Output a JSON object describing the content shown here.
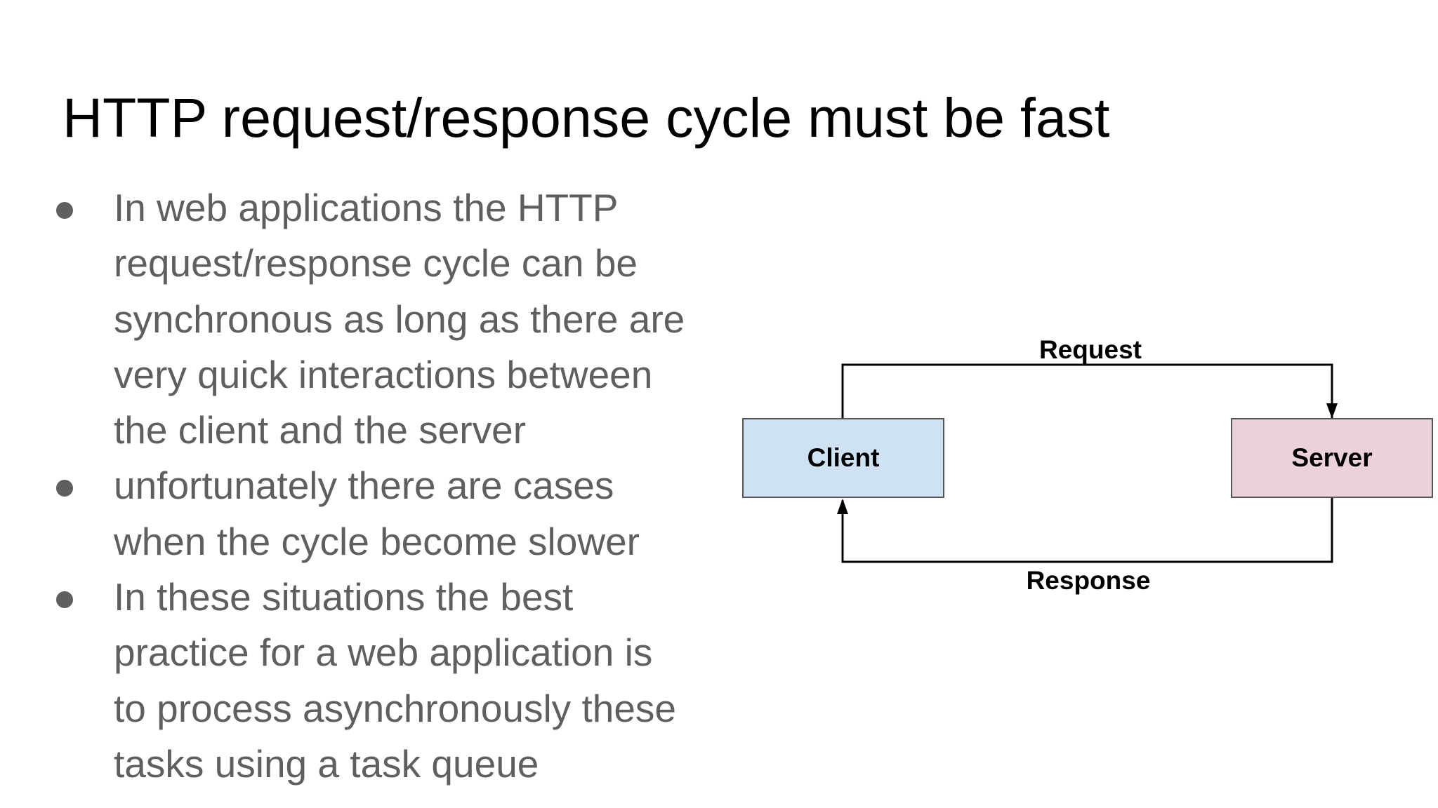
{
  "slide": {
    "title": "HTTP request/response cycle must be fast",
    "bullets": [
      {
        "lines": [
          "In web applications the HTTP",
          "request/response cycle can be",
          "synchronous as long as there are",
          "very quick interactions between",
          "the client and the server"
        ]
      },
      {
        "lines": [
          "unfortunately there are cases",
          "when the cycle become slower"
        ]
      },
      {
        "lines": [
          "In these situations the best",
          "practice for a web application is",
          "to process asynchronously these",
          "tasks using a task queue"
        ]
      }
    ],
    "diagram": {
      "client_label": "Client",
      "server_label": "Server",
      "request_label": "Request",
      "response_label": "Response",
      "colors": {
        "client_fill": "#cfe2f3",
        "server_fill": "#ead1dc",
        "stroke": "#000000",
        "box_border": "#555555"
      }
    }
  }
}
